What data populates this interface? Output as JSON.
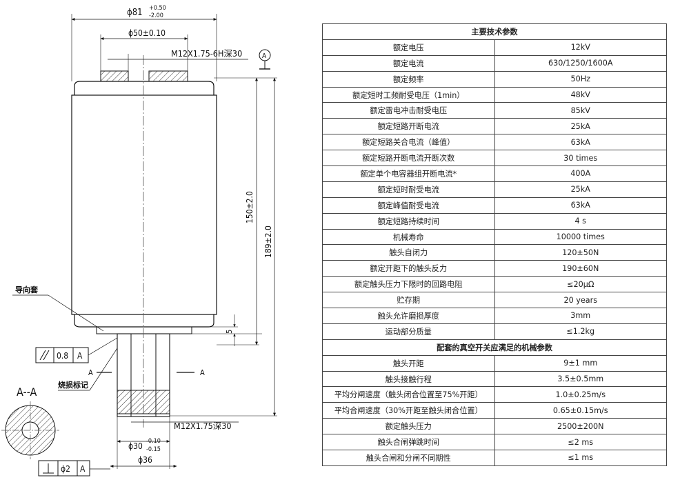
{
  "drawing": {
    "dim_outer_dia": "ϕ81",
    "dim_outer_tol_upper": "+0.50",
    "dim_outer_tol_lower": "-2.00",
    "dim_flange_dia": "ϕ50±0.10",
    "thread_top": "M12X1.75-6H深30",
    "datum_label": "A",
    "dim_height_150": "150±2.0",
    "dim_height_189": "189±2.0",
    "dim_5": "5",
    "guide_sleeve_label": "导向套",
    "parallel_tolerance": "0.8",
    "parallel_datum": "A",
    "section_mark": "A",
    "section_title": "A--A",
    "wear_mark_label": "烧损标记",
    "thread_bottom": "M12X1.75深30",
    "dim_rod_dia": "ϕ30",
    "dim_rod_tol_upper": "-0.10",
    "dim_rod_tol_lower": "-0.15",
    "dim_36": "ϕ36",
    "perp_tolerance": "ϕ2",
    "perp_datum": "A"
  },
  "table": {
    "section1_title": "主要技术参数",
    "section1_rows": [
      {
        "param": "额定电压",
        "value": "12kV"
      },
      {
        "param": "额定电流",
        "value": "630/1250/1600A"
      },
      {
        "param": "额定频率",
        "value": "50Hz"
      },
      {
        "param": "额定短时工频耐受电压（1min）",
        "value": "48kV"
      },
      {
        "param": "额定雷电冲击耐受电压",
        "value": "85kV"
      },
      {
        "param": "额定短路开断电流",
        "value": "25kA"
      },
      {
        "param": "额定短路关合电流（峰值）",
        "value": "63kA"
      },
      {
        "param": "额定短路开断电流开断次数",
        "value": "30 times"
      },
      {
        "param": "额定单个电容器组开断电流*",
        "value": "400A"
      },
      {
        "param": "额定短时耐受电流",
        "value": "25kA"
      },
      {
        "param": "额定峰值耐受电流",
        "value": "63kA"
      },
      {
        "param": "额定短路持续时间",
        "value": "4 s"
      },
      {
        "param": "机械寿命",
        "value": "10000 times"
      },
      {
        "param": "触头自闭力",
        "value": "120±50N"
      },
      {
        "param": "额定开距下的触头反力",
        "value": "190±60N"
      },
      {
        "param": "额定触头压力下限时的回路电阻",
        "value": "≤20μΩ"
      },
      {
        "param": "贮存期",
        "value": "20 years"
      },
      {
        "param": "触头允许磨损厚度",
        "value": "3mm"
      },
      {
        "param": "运动部分质量",
        "value": "≤1.2kg"
      }
    ],
    "section2_title": "配套的真空开关应满足的机械参数",
    "section2_rows": [
      {
        "param": "触头开距",
        "value": "9±1 mm"
      },
      {
        "param": "触头接触行程",
        "value": "3.5±0.5mm"
      },
      {
        "param": "平均分闸速度（触头闭合位置至75%开距）",
        "value": "1.0±0.25m/s"
      },
      {
        "param": "平均合闸速度（30%开距至触头闭合位置）",
        "value": "0.65±0.15m/s"
      },
      {
        "param": "额定触头压力",
        "value": "2500±200N"
      },
      {
        "param": "触头合闸弹跳时间",
        "value": "≤2 ms"
      },
      {
        "param": "触头合闸和分闸不同期性",
        "value": "≤1 ms"
      }
    ]
  }
}
